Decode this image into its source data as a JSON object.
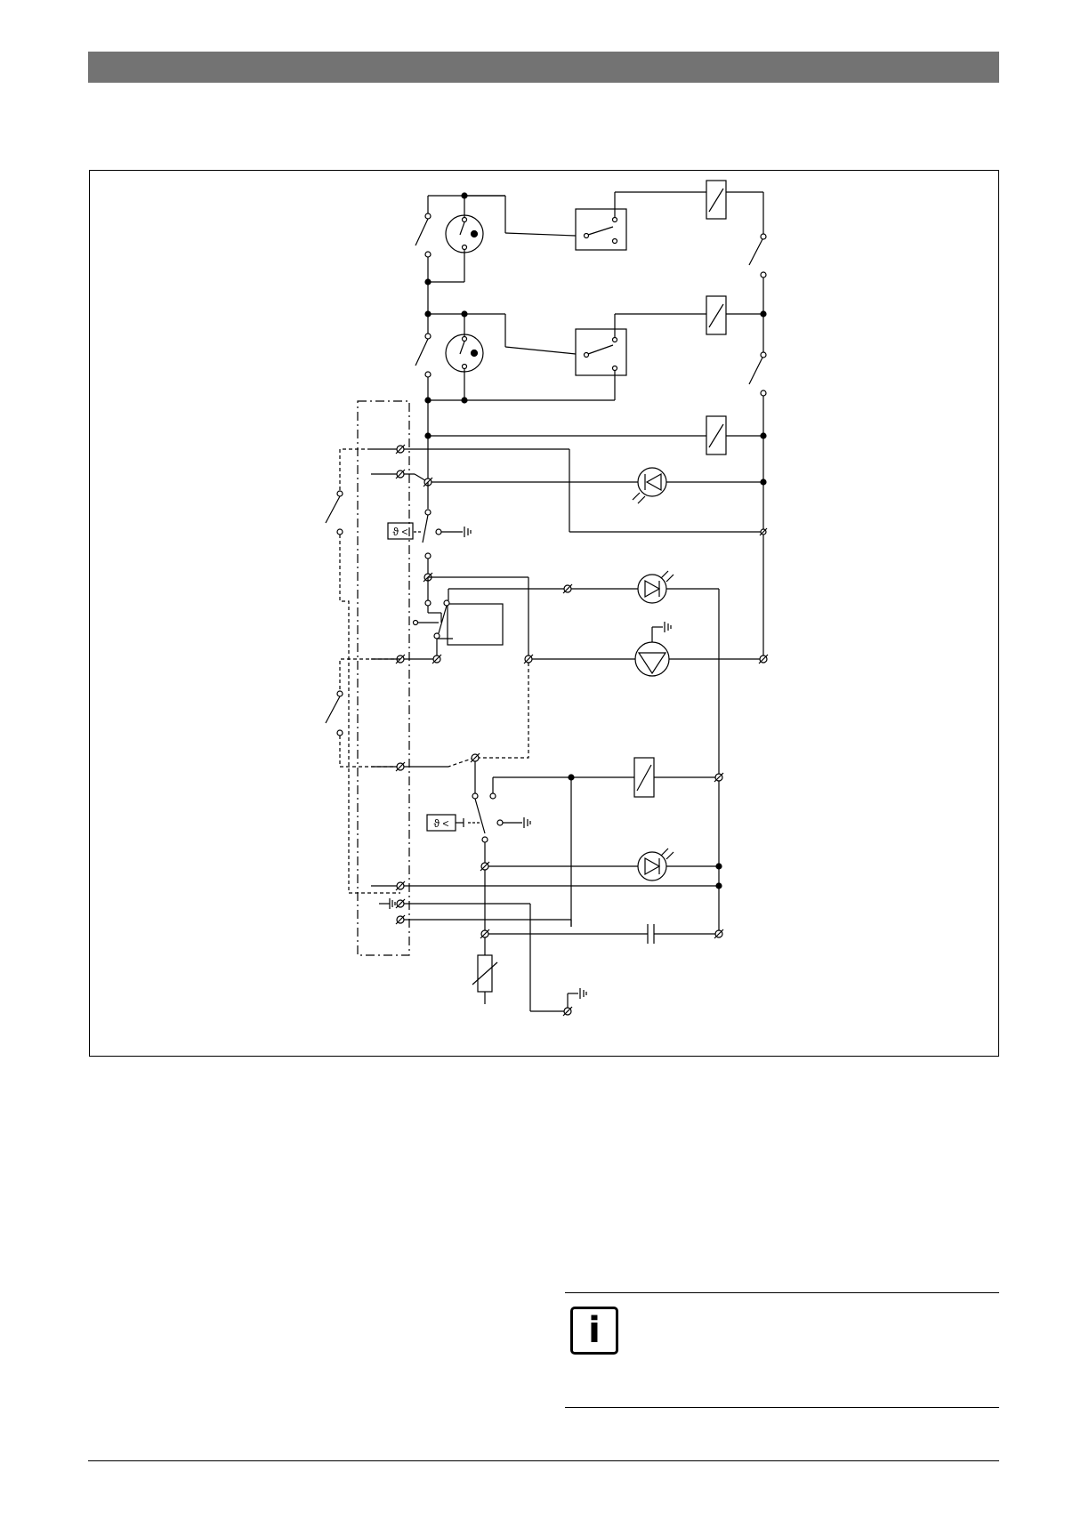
{
  "header": {
    "bar_color": "#737373"
  },
  "diagram": {
    "line_color": "#000000",
    "symbols": {
      "flame_monitor": "flame-sensor-symbol",
      "relay_coil": "relay-coil-symbol",
      "switch": "switch-contact-symbol",
      "terminal": "terminal-symbol",
      "lamp": "indicator-lamp-symbol",
      "pump": "pump-symbol",
      "capacitor": "capacitor-symbol",
      "resistor": "varistor-symbol",
      "ground": "ground-symbol"
    },
    "thermostat_labels": [
      "ϑ <",
      "ϑ <"
    ]
  },
  "info_note": {
    "icon": "info-icon",
    "glyph": "i"
  }
}
